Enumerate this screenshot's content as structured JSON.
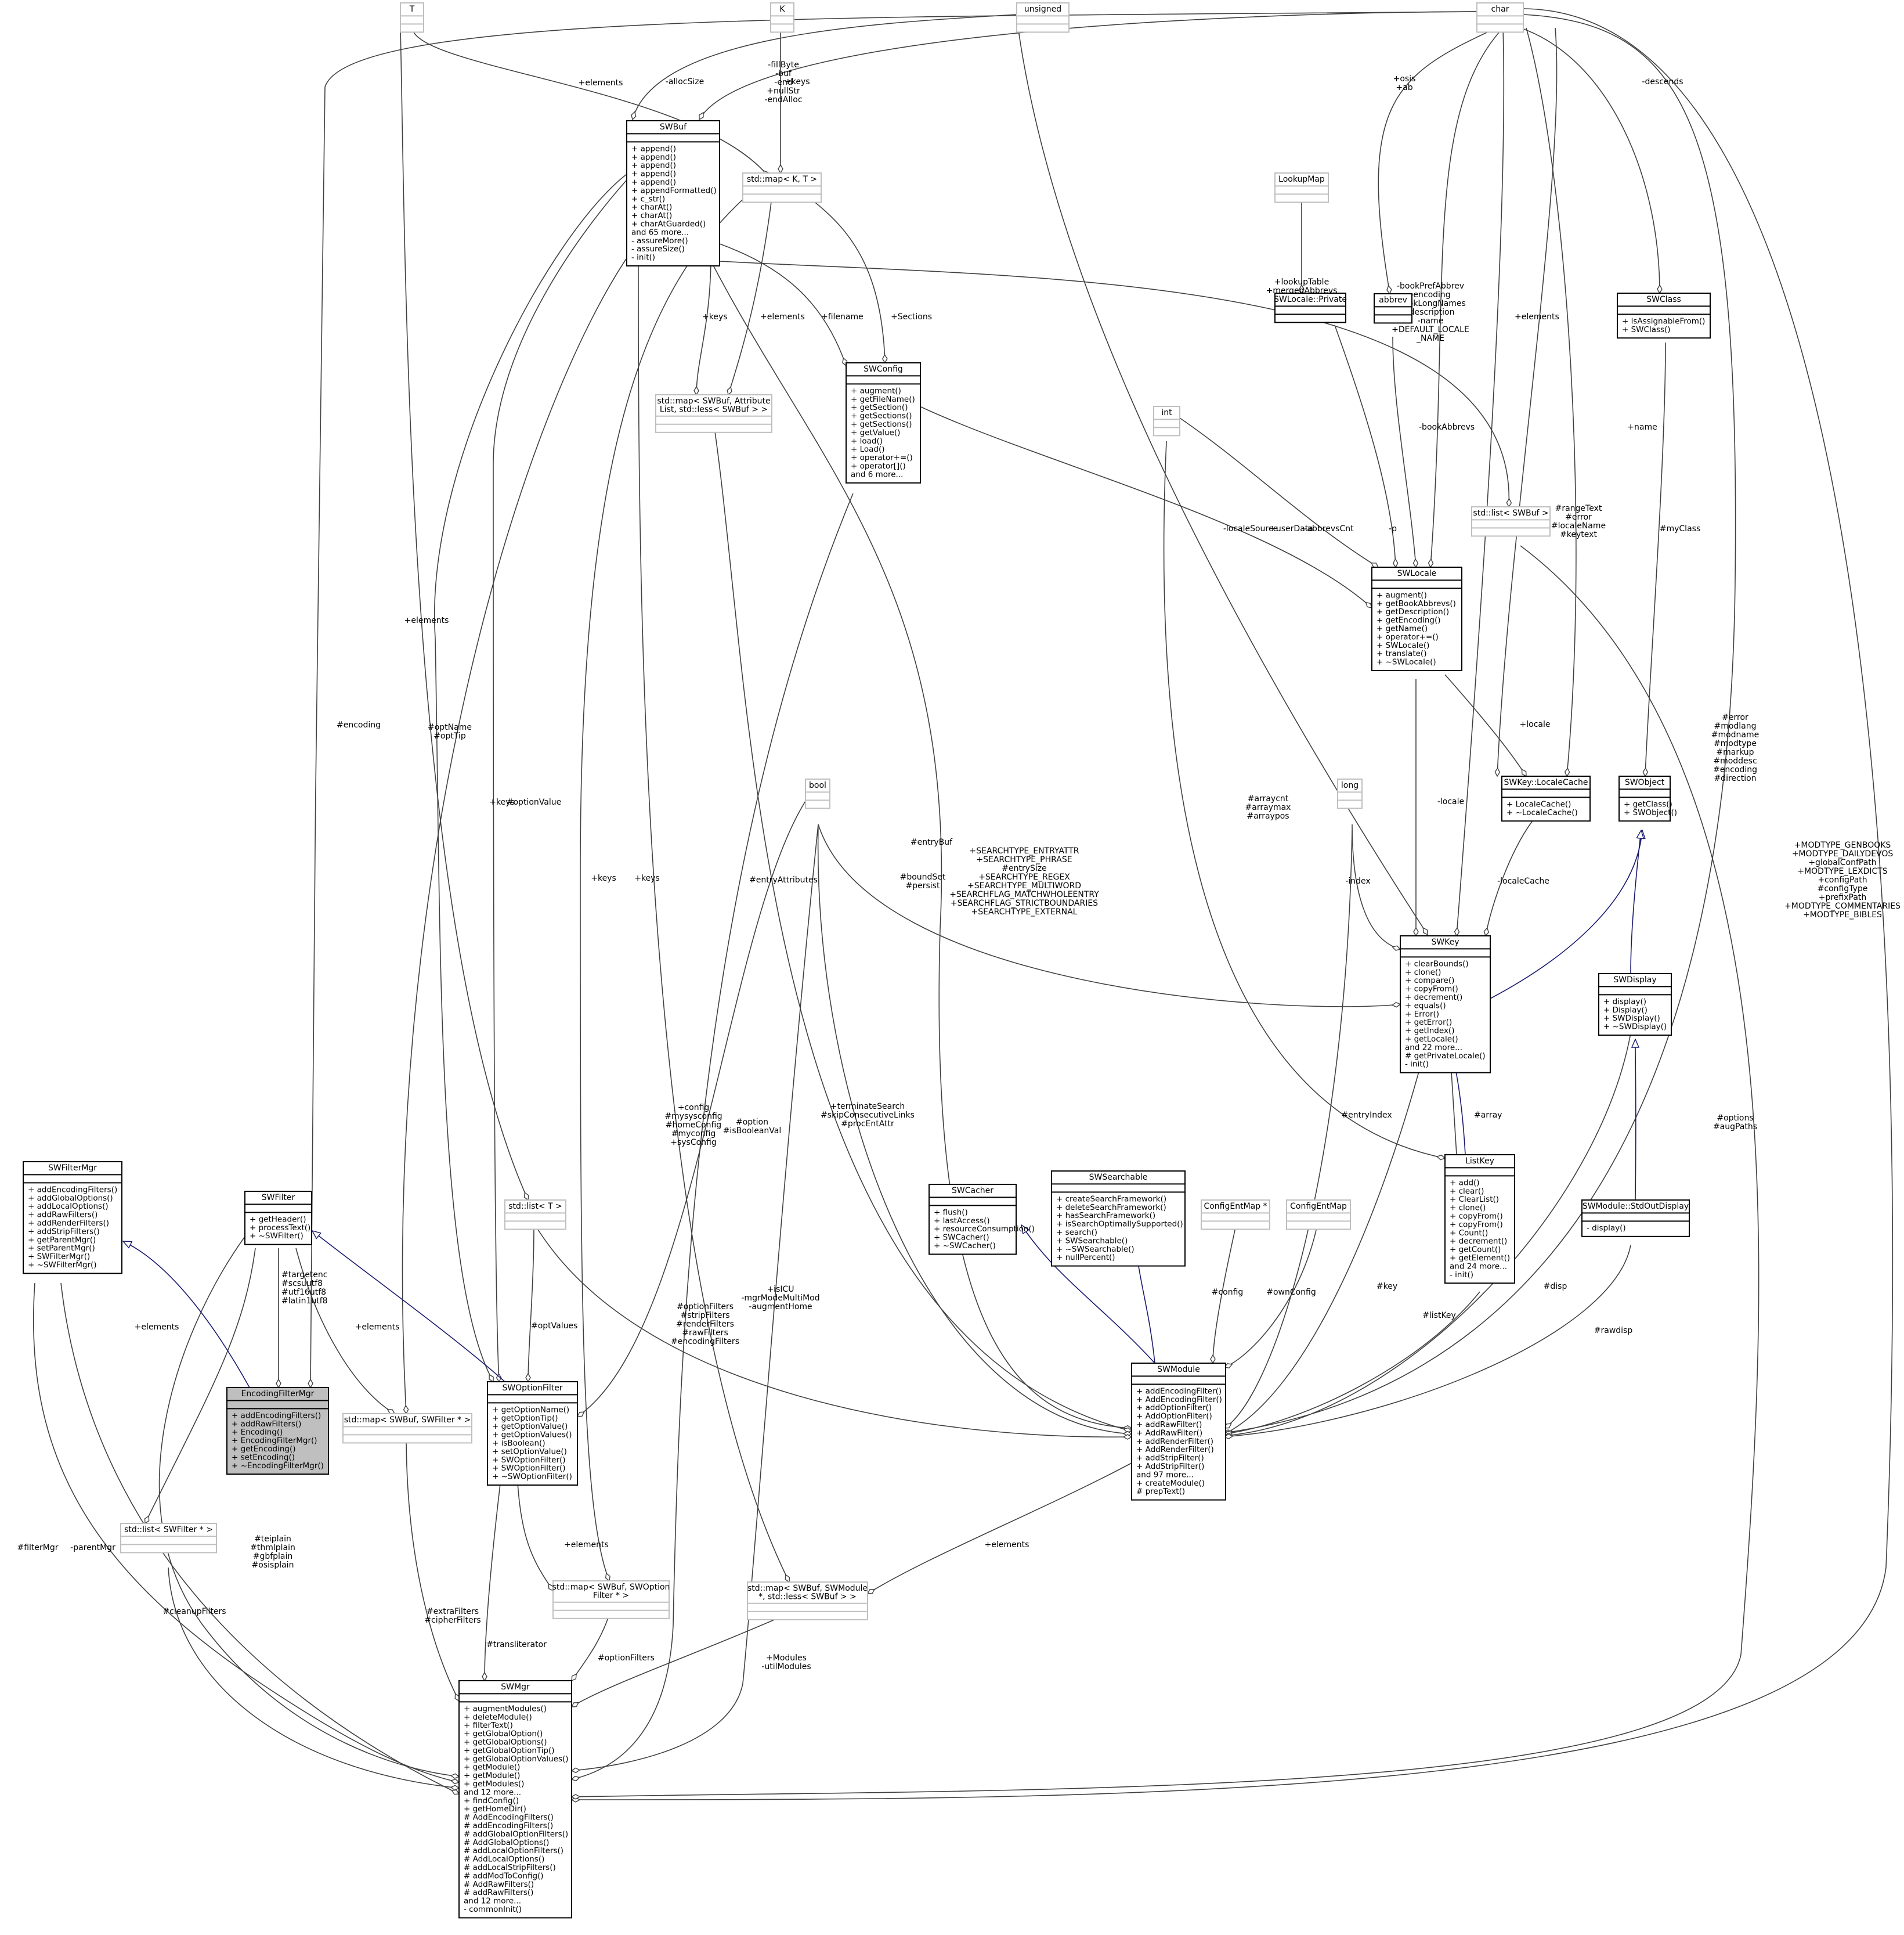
{
  "nodes": [
    {
      "id": "EncodingFilterMgr",
      "title": [
        "EncodingFilterMgr"
      ],
      "focus": true,
      "attrs": [],
      "methods": [
        "+ addEncodingFilters()",
        "+ addRawFilters()",
        "+ Encoding()",
        "+ EncodingFilterMgr()",
        "+ getEncoding()",
        "+ setEncoding()",
        "+ ~EncodingFilterMgr()"
      ]
    },
    {
      "id": "SWFilterMgr",
      "title": [
        "SWFilterMgr"
      ],
      "attrs": [],
      "methods": [
        "+ addEncodingFilters()",
        "+ addGlobalOptions()",
        "+ addLocalOptions()",
        "+ addRawFilters()",
        "+ addRenderFilters()",
        "+ addStripFilters()",
        "+ getParentMgr()",
        "+ setParentMgr()",
        "+ SWFilterMgr()",
        "+ ~SWFilterMgr()"
      ]
    },
    {
      "id": "SWMgr",
      "title": [
        "SWMgr"
      ],
      "attrs": [],
      "methods": [
        "+ augmentModules()",
        "+ deleteModule()",
        "+ filterText()",
        "+ getGlobalOption()",
        "+ getGlobalOptions()",
        "+ getGlobalOptionTip()",
        "+ getGlobalOptionValues()",
        "+ getModule()",
        "+ getModule()",
        "+ getModules()",
        "and 12 more...",
        "+ findConfig()",
        "+ getHomeDir()",
        "# AddEncodingFilters()",
        "# addEncodingFilters()",
        "# addGlobalOptionFilters()",
        "# AddGlobalOptions()",
        "# addLocalOptionFilters()",
        "# AddLocalOptions()",
        "# addLocalStripFilters()",
        "# addModToConfig()",
        "# AddRawFilters()",
        "# addRawFilters()",
        "and 12 more...",
        "- commonInit()"
      ]
    },
    {
      "id": "SWModule",
      "title": [
        "SWModule"
      ],
      "attrs": [],
      "methods": [
        "+ addEncodingFilter()",
        "+ AddEncodingFilter()",
        "+ addOptionFilter()",
        "+ AddOptionFilter()",
        "+ addRawFilter()",
        "+ AddRawFilter()",
        "+ addRenderFilter()",
        "+ AddRenderFilter()",
        "+ addStripFilter()",
        "+ AddStripFilter()",
        "and 97 more...",
        "+ createModule()",
        "# prepText()"
      ]
    },
    {
      "id": "SWCacher",
      "title": [
        "SWCacher"
      ],
      "attrs": [],
      "methods": [
        "+ flush()",
        "+ lastAccess()",
        "+ resourceConsumption()",
        "+ SWCacher()",
        "+ ~SWCacher()"
      ]
    },
    {
      "id": "SWSearchable",
      "title": [
        "SWSearchable"
      ],
      "attrs": [],
      "methods": [
        "+ createSearchFramework()",
        "+ deleteSearchFramework()",
        "+ hasSearchFramework()",
        "+ isSearchOptimallySupported()",
        "+ search()",
        "+ SWSearchable()",
        "+ ~SWSearchable()",
        "+ nullPercent()"
      ]
    },
    {
      "id": "char",
      "title": [
        "char"
      ],
      "ext": true
    },
    {
      "id": "SWBuf",
      "title": [
        "SWBuf"
      ],
      "attrs": [],
      "methods": [
        "+ append()",
        "+ append()",
        "+ append()",
        "+ append()",
        "+ append()",
        "+ appendFormatted()",
        "+ c_str()",
        "+ charAt()",
        "+ charAt()",
        "+ charAtGuarded()",
        "and 65 more...",
        "- assureMore()",
        "- assureSize()",
        "- init()"
      ]
    },
    {
      "id": "unsigned",
      "title": [
        "unsigned"
      ],
      "ext": true
    },
    {
      "id": "T",
      "title": [
        "T"
      ],
      "ext": true
    },
    {
      "id": "K",
      "title": [
        "K"
      ],
      "ext": true
    },
    {
      "id": "mapKT",
      "title": [
        "std::map< K, T >"
      ],
      "ext": true
    },
    {
      "id": "mapAttr",
      "title": [
        "std::map< SWBuf, Attribute",
        "List, std::less< SWBuf > >"
      ],
      "ext": true
    },
    {
      "id": "SWConfig",
      "title": [
        "SWConfig"
      ],
      "attrs": [],
      "methods": [
        "+ augment()",
        "+ getFileName()",
        "+ getSection()",
        "+ getSections()",
        "+ getSections()",
        "+ getValue()",
        "+ load()",
        "+ Load()",
        "+ operator+=()",
        "+ operator[]()",
        "and 6 more..."
      ]
    },
    {
      "id": "LookupMap",
      "title": [
        "LookupMap"
      ],
      "ext": true
    },
    {
      "id": "SWLocalePrivate",
      "title": [
        "SWLocale::Private"
      ],
      "attrs": [],
      "methods": []
    },
    {
      "id": "abbrev",
      "title": [
        "abbrev"
      ],
      "attrs": [],
      "methods": []
    },
    {
      "id": "SWClass",
      "title": [
        "SWClass"
      ],
      "attrs": [],
      "methods": [
        "+ isAssignableFrom()",
        "+ SWClass()"
      ]
    },
    {
      "id": "int",
      "title": [
        "int"
      ],
      "ext": true
    },
    {
      "id": "listSWBuf",
      "title": [
        "std::list< SWBuf >"
      ],
      "ext": true
    },
    {
      "id": "SWLocale",
      "title": [
        "SWLocale"
      ],
      "attrs": [],
      "methods": [
        "+ augment()",
        "+ getBookAbbrevs()",
        "+ getDescription()",
        "+ getEncoding()",
        "+ getName()",
        "+ operator+=()",
        "+ SWLocale()",
        "+ translate()",
        "+ ~SWLocale()"
      ]
    },
    {
      "id": "bool",
      "title": [
        "bool"
      ],
      "ext": true
    },
    {
      "id": "long",
      "title": [
        "long"
      ],
      "ext": true
    },
    {
      "id": "LocaleCache",
      "title": [
        "SWKey::LocaleCache"
      ],
      "attrs": [],
      "methods": [
        "+ LocaleCache()",
        "+ ~LocaleCache()"
      ]
    },
    {
      "id": "SWObject",
      "title": [
        "SWObject"
      ],
      "attrs": [],
      "methods": [
        "+ getClass()",
        "+ SWObject()"
      ]
    },
    {
      "id": "SWKey",
      "title": [
        "SWKey"
      ],
      "attrs": [],
      "methods": [
        "+ clearBounds()",
        "+ clone()",
        "+ compare()",
        "+ copyFrom()",
        "+ decrement()",
        "+ equals()",
        "+ Error()",
        "+ getError()",
        "+ getIndex()",
        "+ getLocale()",
        "and 22 more...",
        "# getPrivateLocale()",
        "- init()"
      ]
    },
    {
      "id": "SWDisplay",
      "title": [
        "SWDisplay"
      ],
      "attrs": [],
      "methods": [
        "+ display()",
        "+ Display()",
        "+ SWDisplay()",
        "+ ~SWDisplay()"
      ]
    },
    {
      "id": "ListKey",
      "title": [
        "ListKey"
      ],
      "attrs": [],
      "methods": [
        "+ add()",
        "+ clear()",
        "+ ClearList()",
        "+ clone()",
        "+ copyFrom()",
        "+ copyFrom()",
        "+ Count()",
        "+ decrement()",
        "+ getCount()",
        "+ getElement()",
        "and 24 more...",
        "- init()"
      ]
    },
    {
      "id": "SWFilter",
      "title": [
        "SWFilter"
      ],
      "attrs": [],
      "methods": [
        "+ getHeader()",
        "+ processText()",
        "+ ~SWFilter()"
      ]
    },
    {
      "id": "listT",
      "title": [
        "std::list< T >"
      ],
      "ext": true
    },
    {
      "id": "ConfigEntMapPtr",
      "title": [
        "ConfigEntMap *"
      ],
      "ext": true
    },
    {
      "id": "ConfigEntMap",
      "title": [
        "ConfigEntMap"
      ],
      "ext": true
    },
    {
      "id": "StdOutDisplay",
      "title": [
        "SWModule::StdOutDisplay"
      ],
      "attrs": [],
      "methods": [
        "- display()"
      ]
    },
    {
      "id": "mapFilter",
      "title": [
        "std::map< SWBuf, SWFilter * >"
      ],
      "ext": true
    },
    {
      "id": "SWOptionFilter",
      "title": [
        "SWOptionFilter"
      ],
      "attrs": [],
      "methods": [
        "+ getOptionName()",
        "+ getOptionTip()",
        "+ getOptionValue()",
        "+ getOptionValues()",
        "+ isBoolean()",
        "+ setOptionValue()",
        "+ SWOptionFilter()",
        "+ SWOptionFilter()",
        "+ ~SWOptionFilter()"
      ]
    },
    {
      "id": "listFilterPtr",
      "title": [
        "std::list< SWFilter * >"
      ],
      "ext": true
    },
    {
      "id": "mapOptionFilter",
      "title": [
        "std::map< SWBuf, SWOption",
        "Filter * >"
      ],
      "ext": true
    },
    {
      "id": "mapModule",
      "title": [
        "std::map< SWBuf, SWModule",
        "*, std::less< SWBuf > >"
      ],
      "ext": true
    }
  ],
  "edges": [
    {
      "labels": [
        "+elements"
      ]
    },
    {
      "labels": [
        "-fillByte",
        "-buf",
        "-end",
        "+nullStr",
        "-endAlloc"
      ]
    },
    {
      "labels": [
        "-allocSize"
      ]
    },
    {
      "labels": [
        "+keys"
      ]
    },
    {
      "labels": [
        "+keys"
      ]
    },
    {
      "labels": [
        "+elements"
      ]
    },
    {
      "labels": [
        "+filename"
      ]
    },
    {
      "labels": [
        "+Sections"
      ]
    },
    {
      "labels": [
        "+osis",
        "+ab"
      ]
    },
    {
      "labels": [
        "-descends"
      ]
    },
    {
      "labels": [
        "-bookPrefAbbrev",
        "-encoding",
        "-bookLongNames",
        "-description",
        "-name",
        "+DEFAULT_LOCALE",
        "_NAME"
      ]
    },
    {
      "labels": [
        "+elements"
      ]
    },
    {
      "labels": [
        "+lookupTable",
        "+mergedAbbrevs"
      ]
    },
    {
      "labels": [
        "-bookAbbrevs"
      ]
    },
    {
      "labels": [
        "-p"
      ]
    },
    {
      "labels": [
        "-localeSource"
      ]
    },
    {
      "labels": [
        "+userData"
      ]
    },
    {
      "labels": [
        "-abbrevsCnt"
      ]
    },
    {
      "labels": [
        "+name"
      ]
    },
    {
      "labels": [
        "#myClass"
      ]
    },
    {
      "labels": [
        "#rangeText",
        "#error",
        "#localeName",
        "#keytext"
      ]
    },
    {
      "labels": [
        "-locale"
      ]
    },
    {
      "labels": [
        "+locale"
      ]
    },
    {
      "labels": [
        "-localeCache"
      ]
    },
    {
      "labels": [
        "#boundSet",
        "#persist"
      ]
    },
    {
      "labels": [
        "-index"
      ]
    },
    {
      "labels": [
        "#arraycnt",
        "#arraymax",
        "#arraypos"
      ]
    },
    {
      "labels": [
        "#array"
      ]
    },
    {
      "labels": [
        "#error",
        "#modlang",
        "#modname",
        "#modtype",
        "#markup",
        "#moddesc",
        "#encoding",
        "#direction"
      ]
    },
    {
      "labels": [
        "+MODTYPE_GENBOOKS",
        "+MODTYPE_DAILYDEVOS",
        "+globalConfPath",
        "+MODTYPE_LEXDICTS",
        "+configPath",
        "#configType",
        "+prefixPath",
        "+MODTYPE_COMMENTARIES",
        "+MODTYPE_BIBLES"
      ]
    },
    {
      "labels": [
        "+SEARCHTYPE_ENTRYATTR",
        "+SEARCHTYPE_PHRASE",
        "#entrySize",
        "+SEARCHTYPE_REGEX",
        "+SEARCHTYPE_MULTIWORD",
        "+SEARCHFLAG_MATCHWHOLEENTRY",
        "+SEARCHFLAG_STRICTBOUNDARIES",
        "+SEARCHTYPE_EXTERNAL"
      ]
    },
    {
      "labels": [
        "#entryIndex"
      ]
    },
    {
      "labels": [
        "#key"
      ]
    },
    {
      "labels": [
        "#listKey"
      ]
    },
    {
      "labels": [
        "#disp"
      ]
    },
    {
      "labels": [
        "#rawdisp"
      ]
    },
    {
      "labels": [
        "#options",
        "#augPaths"
      ]
    },
    {
      "labels": [
        "#config"
      ]
    },
    {
      "labels": [
        "#ownConfig"
      ]
    },
    {
      "labels": [
        "#entryBuf"
      ]
    },
    {
      "labels": [
        "#entryAttributes"
      ]
    },
    {
      "labels": [
        "+terminateSearch",
        "#skipConsecutiveLinks",
        "#procEntAttr"
      ]
    },
    {
      "labels": [
        "#optionFilters",
        "#stripFilters",
        "#renderFilters",
        "#rawFilters",
        "#encodingFilters"
      ]
    },
    {
      "labels": [
        "+elements"
      ]
    },
    {
      "labels": [
        "#encoding"
      ]
    },
    {
      "labels": [
        "#targetenc",
        "#scsuutf8",
        "#utf16utf8",
        "#latin1utf8"
      ]
    },
    {
      "labels": [
        "+elements"
      ]
    },
    {
      "labels": [
        "+elements"
      ]
    },
    {
      "labels": [
        "#optName",
        "#optTip"
      ]
    },
    {
      "labels": [
        "#optionValue"
      ]
    },
    {
      "labels": [
        "#optValues"
      ]
    },
    {
      "labels": [
        "#option",
        "#isBooleanVal"
      ]
    },
    {
      "labels": [
        "+keys"
      ]
    },
    {
      "labels": [
        "+keys"
      ]
    },
    {
      "labels": [
        "+keys"
      ]
    },
    {
      "labels": [
        "+elements"
      ]
    },
    {
      "labels": [
        "+elements"
      ]
    },
    {
      "labels": [
        "+config",
        "#mysysconfig",
        "#homeConfig",
        "#myconfig",
        "+sysConfig"
      ]
    },
    {
      "labels": [
        "+isICU",
        "-mgrModeMultiMod",
        "-augmentHome"
      ]
    },
    {
      "labels": [
        "#teiplain",
        "#thmlplain",
        "#gbfplain",
        "#osisplain"
      ]
    },
    {
      "labels": [
        "#filterMgr"
      ]
    },
    {
      "labels": [
        "-parentMgr"
      ]
    },
    {
      "labels": [
        "#cleanupFilters"
      ]
    },
    {
      "labels": [
        "#extraFilters",
        "#cipherFilters"
      ]
    },
    {
      "labels": [
        "#transliterator"
      ]
    },
    {
      "labels": [
        "#optionFilters"
      ]
    },
    {
      "labels": [
        "+Modules",
        "-utilModules"
      ]
    }
  ]
}
